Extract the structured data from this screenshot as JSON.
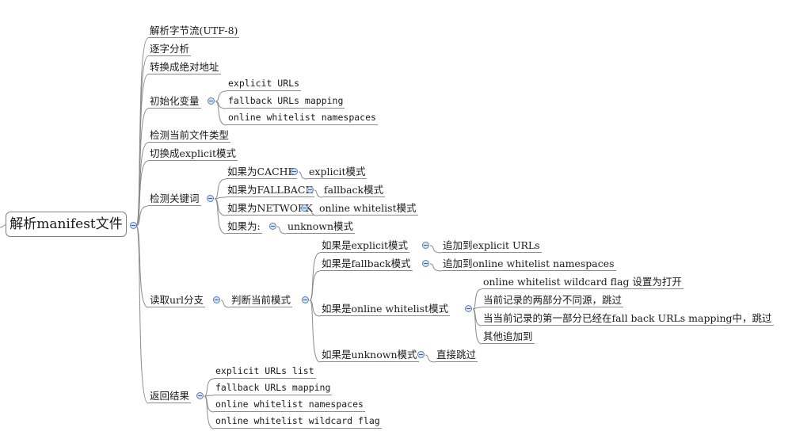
{
  "root": "解析manifest文件",
  "branches": [
    {
      "label": "解析字节流(UTF-8)"
    },
    {
      "label": "逐字分析"
    },
    {
      "label": "转换成绝对地址"
    },
    {
      "label": "初始化变量",
      "children": [
        {
          "label": "explicit URLs"
        },
        {
          "label": "fallback URLs mapping"
        },
        {
          "label": "online whitelist namespaces"
        }
      ]
    },
    {
      "label": "检测当前文件类型"
    },
    {
      "label": "切换成explicit模式"
    },
    {
      "label": "检测关键词",
      "children": [
        {
          "label": "如果为CACHE",
          "children": [
            {
              "label": "explicit模式"
            }
          ]
        },
        {
          "label": "如果为FALLBACK",
          "children": [
            {
              "label": "fallback模式"
            }
          ]
        },
        {
          "label": "如果为NETWORK",
          "children": [
            {
              "label": "online whitelist模式"
            }
          ]
        },
        {
          "label": "如果为:",
          "children": [
            {
              "label": "unknown模式"
            }
          ]
        }
      ]
    },
    {
      "label": "读取url分支",
      "children": [
        {
          "label": "判断当前模式",
          "children": [
            {
              "label": "如果是explicit模式",
              "children": [
                {
                  "label": "追加到explicit URLs"
                }
              ]
            },
            {
              "label": "如果是fallback模式",
              "children": [
                {
                  "label": "追加到online whitelist namespaces"
                }
              ]
            },
            {
              "label": "如果是online whitelist模式",
              "children": [
                {
                  "label": "online whitelist wildcard flag 设置为打开"
                },
                {
                  "label": "当前记录的两部分不同源，跳过"
                },
                {
                  "label": "当当前记录的第一部分已经在fall back URLs mapping中，跳过"
                },
                {
                  "label": "其他追加到"
                }
              ]
            },
            {
              "label": "如果是unknown模式",
              "children": [
                {
                  "label": "直接跳过"
                }
              ]
            }
          ]
        }
      ]
    },
    {
      "label": "返回结果",
      "children": [
        {
          "label": "explicit URLs list"
        },
        {
          "label": "fallback URLs mapping"
        },
        {
          "label": "online whitelist namespaces"
        },
        {
          "label": "online whitelist wildcard flag"
        }
      ]
    }
  ]
}
